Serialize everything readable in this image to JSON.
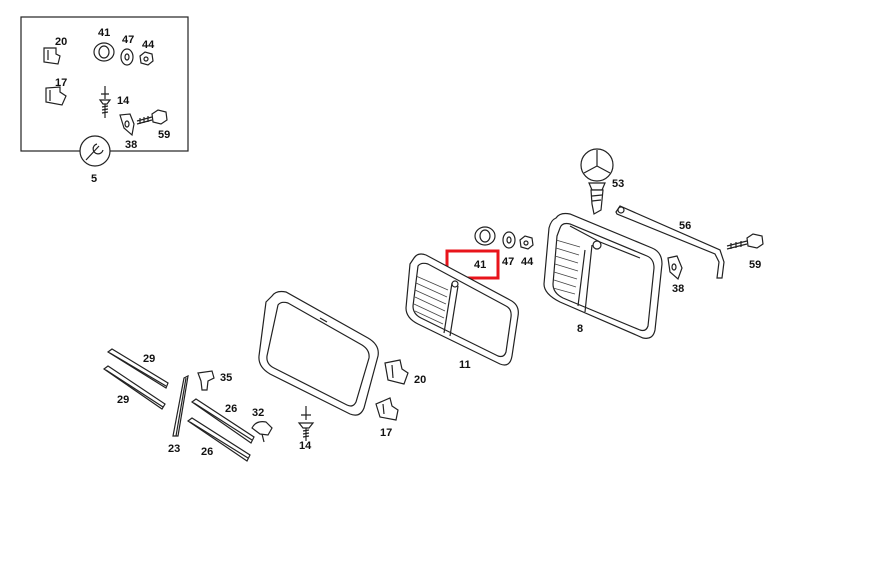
{
  "highlight": {
    "label": "41",
    "color": "#e8141b"
  },
  "inset": {
    "box_label": "5",
    "labels": [
      "20",
      "41",
      "47",
      "44",
      "17",
      "14",
      "59",
      "38"
    ]
  },
  "callouts": {
    "p41": "41",
    "p47": "47",
    "p44": "44",
    "p53": "53",
    "p56": "56",
    "p59": "59",
    "p38": "38",
    "p8": "8",
    "p11": "11",
    "p20": "20",
    "p17": "17",
    "p14": "14",
    "p35": "35",
    "p32": "32",
    "p29a": "29",
    "p29b": "29",
    "p26a": "26",
    "p26b": "26",
    "p23": "23"
  }
}
